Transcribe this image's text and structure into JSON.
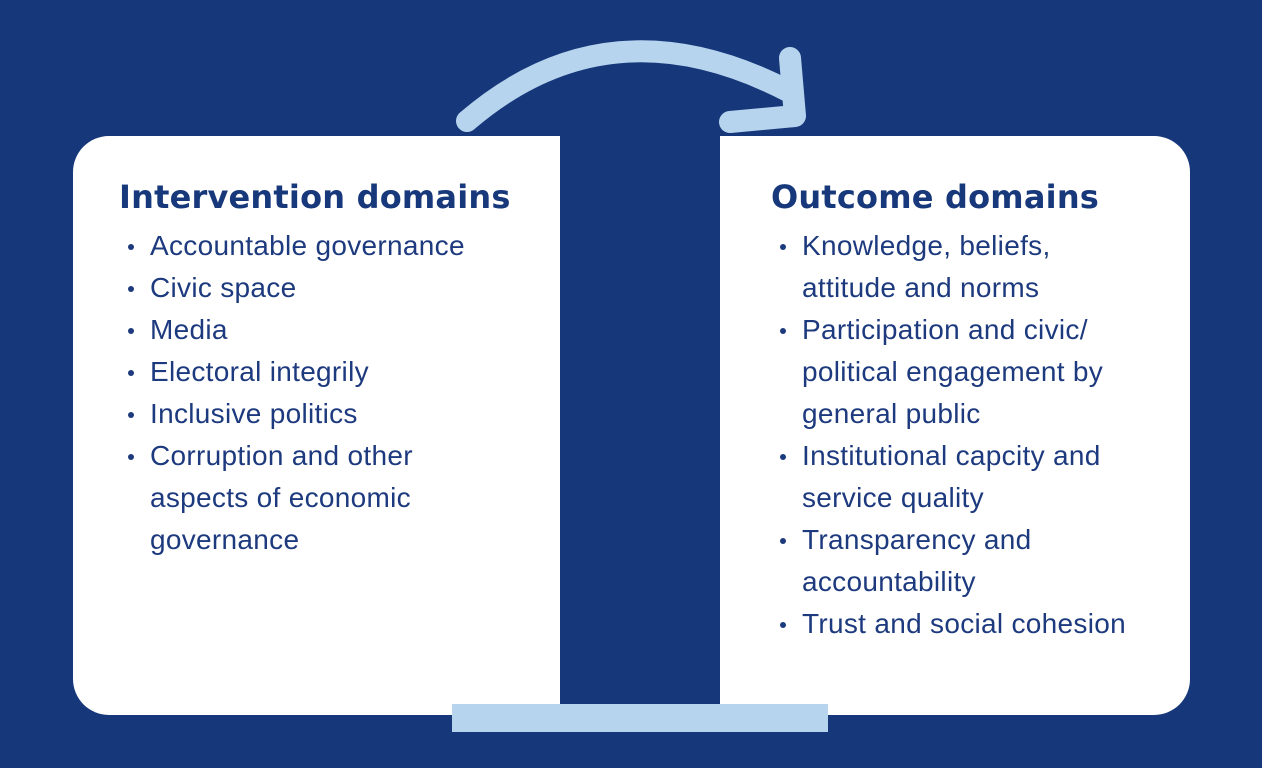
{
  "colors": {
    "background": "#16387b",
    "panel": "#ffffff",
    "text": "#1d3a7e",
    "accent": "#b7d4ee"
  },
  "intervention": {
    "title": "Intervention domains",
    "items": [
      "Accountable governance",
      "Civic space",
      "Media",
      "Electoral integrily",
      "Inclusive politics",
      "Corruption and other aspects of economic governance"
    ]
  },
  "outcome": {
    "title": "Outcome domains",
    "items": [
      "Knowledge, beliefs, attitude and norms",
      "Participation and civic/ political engagement by general public",
      "Institutional capcity and service quality",
      "Transparency and accountability",
      "Trust and social cohesion"
    ]
  }
}
